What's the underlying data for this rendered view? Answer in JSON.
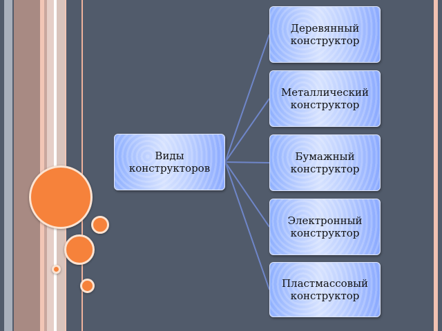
{
  "diagram": {
    "root": {
      "line1": "Виды",
      "line2": "конструкторов"
    },
    "children": [
      {
        "line1": "Деревянный",
        "line2": "конструктор"
      },
      {
        "line1": "Металлический",
        "line2": "конструктор"
      },
      {
        "line1": "Бумажный",
        "line2": "конструктор"
      },
      {
        "line1": "Электронный",
        "line2": "конструктор"
      },
      {
        "line1": "Пластмассовый",
        "line2": "конструктор"
      }
    ]
  },
  "colors": {
    "background": "#515b6b",
    "node_fill": "#b9cdff",
    "connector": "#6f86c9",
    "accent_circle": "#f6823b"
  }
}
